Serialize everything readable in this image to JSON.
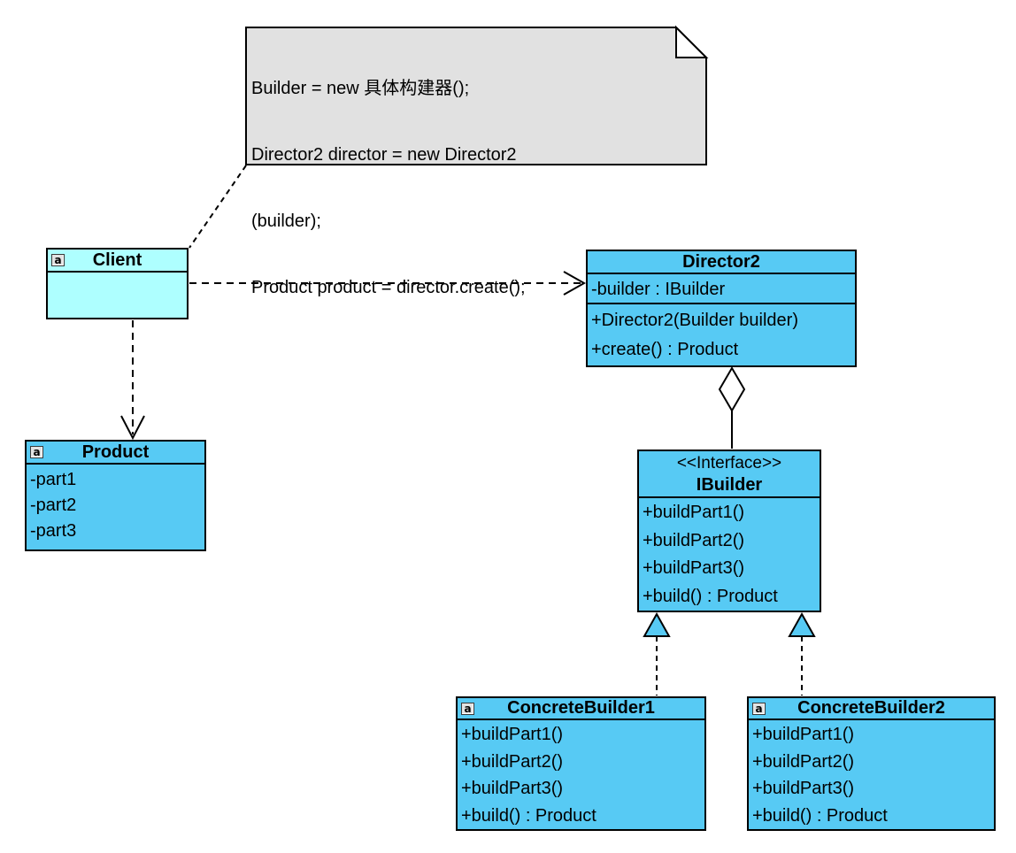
{
  "diagram": {
    "kind": "uml-class-diagram",
    "pattern": "Builder"
  },
  "colors": {
    "class_fill": "#57caf4",
    "client_fill": "#aeffff",
    "note_fill": "#e1e1e1",
    "line": "#000000"
  },
  "note": {
    "line1": "Builder = new 具体构建器();",
    "line2": "Director2 director = new Director2",
    "line3": "(builder);",
    "line4": "Product product = director.create();"
  },
  "classes": {
    "client": {
      "icon": "a",
      "name": "Client"
    },
    "director2": {
      "name": "Director2",
      "attributes": [
        "-builder : IBuilder"
      ],
      "methods": [
        "+Director2(Builder builder)",
        "+create() : Product"
      ]
    },
    "product": {
      "icon": "a",
      "name": "Product",
      "attributes": [
        "-part1",
        "-part2",
        "-part3"
      ]
    },
    "ibuilder": {
      "stereotype": "<<Interface>>",
      "name": "IBuilder",
      "methods": [
        "+buildPart1()",
        "+buildPart2()",
        "+buildPart3()",
        "+build() : Product"
      ]
    },
    "concretebuilder1": {
      "icon": "a",
      "name": "ConcreteBuilder1",
      "methods": [
        "+buildPart1()",
        "+buildPart2()",
        "+buildPart3()",
        "+build() : Product"
      ]
    },
    "concretebuilder2": {
      "icon": "a",
      "name": "ConcreteBuilder2",
      "methods": [
        "+buildPart1()",
        "+buildPart2()",
        "+buildPart3()",
        "+build() : Product"
      ]
    }
  },
  "relationships": [
    {
      "from": "note",
      "to": "Client",
      "type": "anchor"
    },
    {
      "from": "Client",
      "to": "Director2",
      "type": "dependency"
    },
    {
      "from": "Client",
      "to": "Product",
      "type": "dependency"
    },
    {
      "from": "Director2",
      "to": "IBuilder",
      "type": "aggregation"
    },
    {
      "from": "ConcreteBuilder1",
      "to": "IBuilder",
      "type": "realization"
    },
    {
      "from": "ConcreteBuilder2",
      "to": "IBuilder",
      "type": "realization"
    }
  ]
}
